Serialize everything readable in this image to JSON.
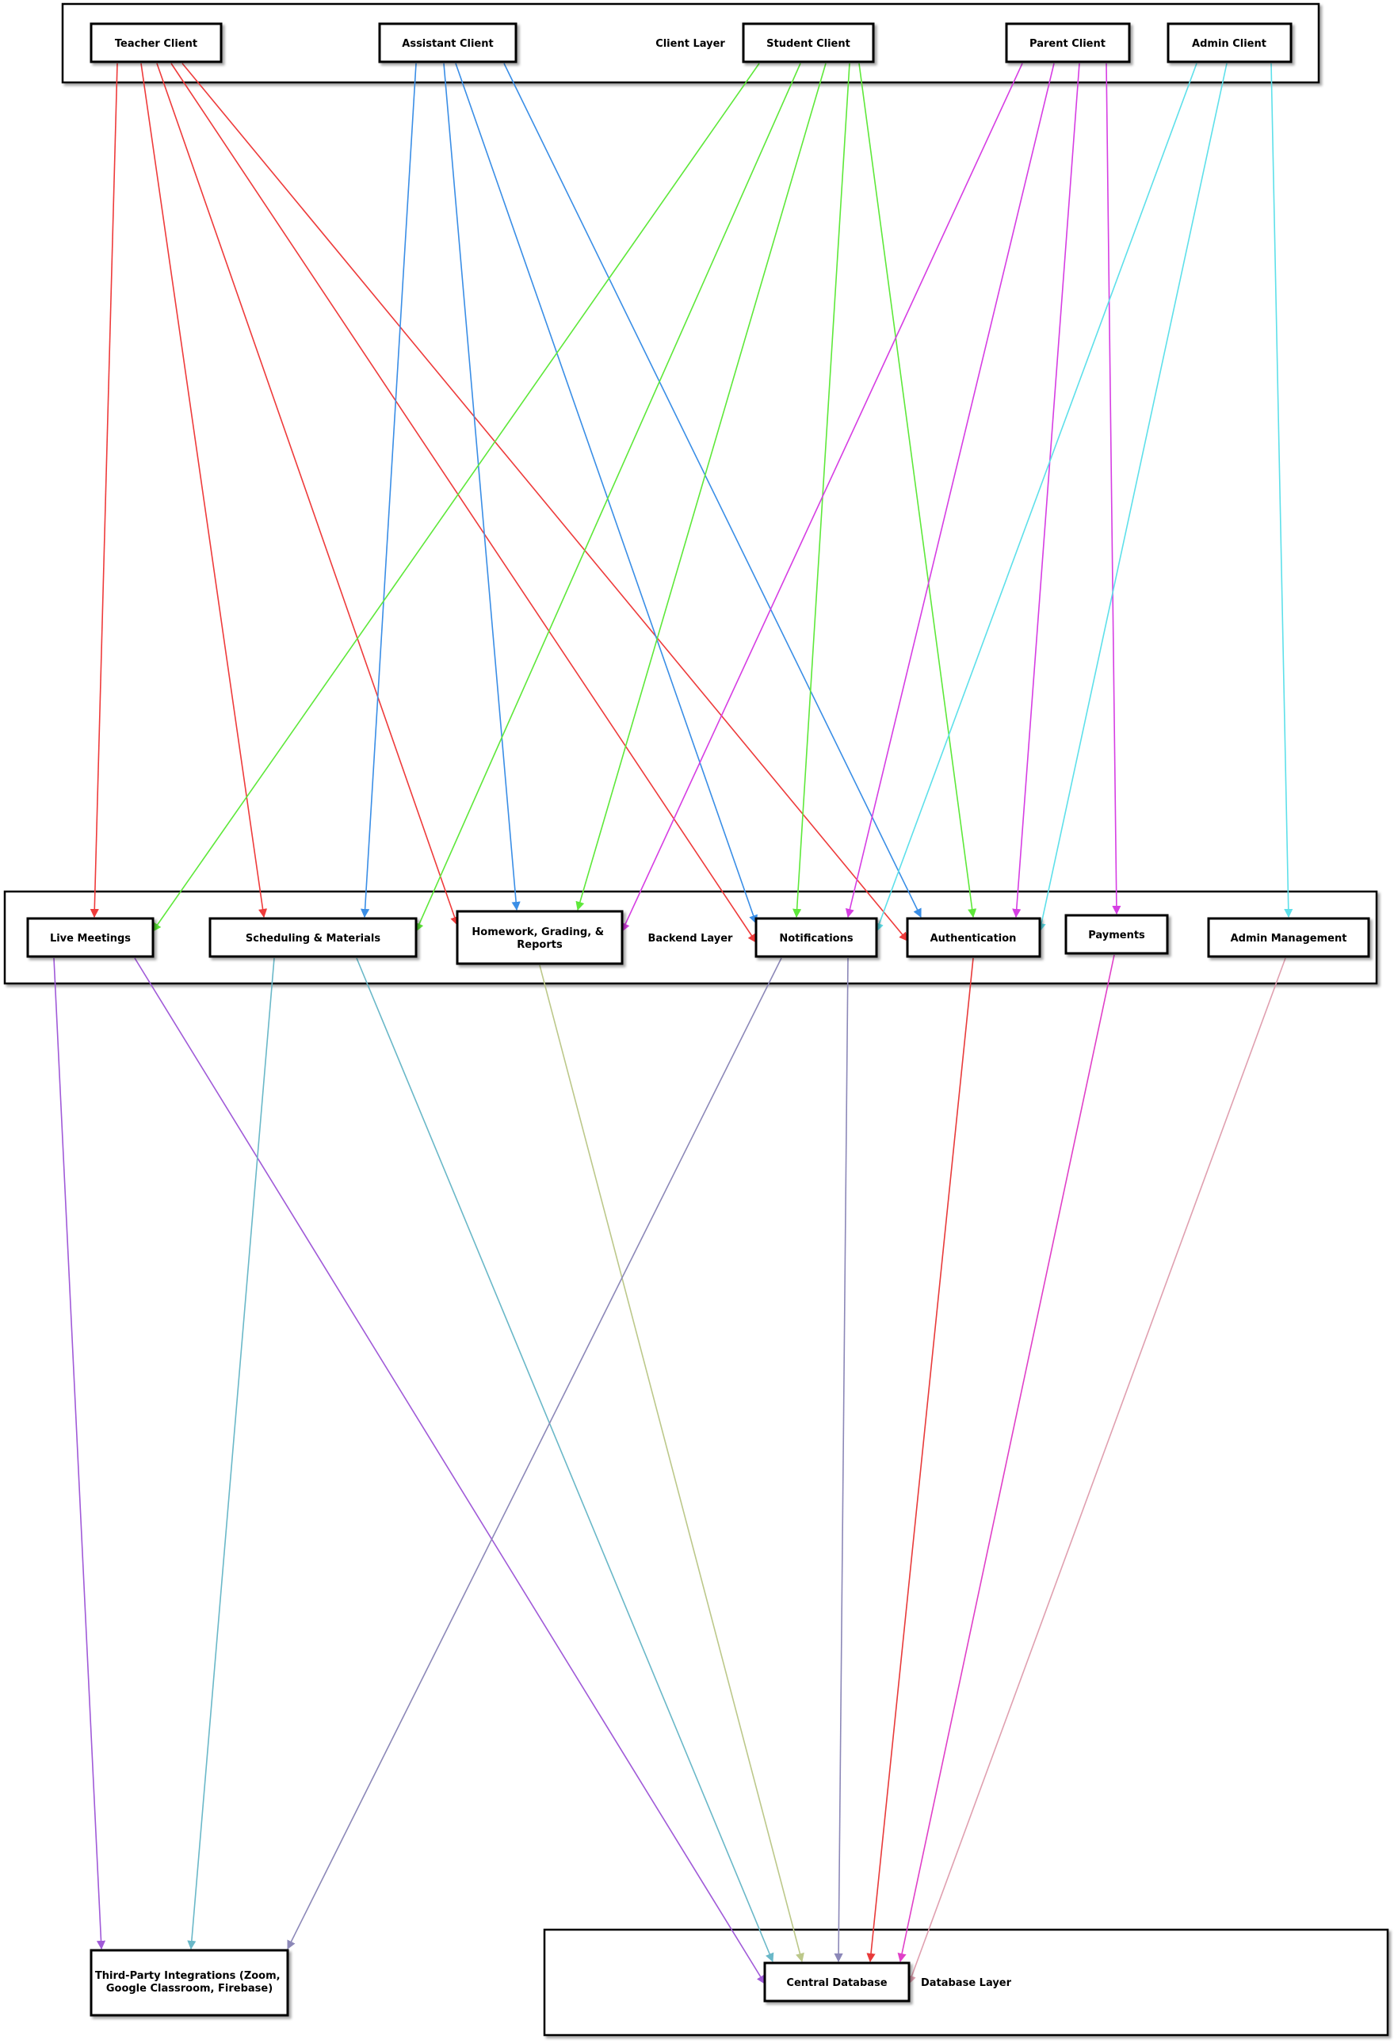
{
  "layers": {
    "client": "Client Layer",
    "backend": "Backend Layer",
    "database": "Database Layer"
  },
  "nodes": {
    "teacher": "Teacher Client",
    "assistant": "Assistant Client",
    "student": "Student Client",
    "parent": "Parent Client",
    "admin": "Admin Client",
    "live": "Live Meetings",
    "sched": "Scheduling & Materials",
    "hw": "Homework, Grading, & Reports",
    "notif": "Notifications",
    "auth": "Authentication",
    "pay": "Payments",
    "adminmgmt": "Admin Management",
    "thirdparty": "Third-Party Integrations (Zoom, Google Classroom, Firebase)",
    "db": "Central Database"
  },
  "colors": {
    "teacher": "#ee3b3b",
    "assistant": "#3a8ee6",
    "student": "#5ee83a",
    "parent": "#d63ee3",
    "admin": "#5ee0ea",
    "live": "#a05ad8",
    "sched": "#6ab8c8",
    "hw": "#bcc88a",
    "notif": "#8c88b8",
    "auth": "#e83a3a",
    "pay": "#e040c8",
    "adminmgmt": "#e0a0b0"
  },
  "edges": [
    {
      "from": "teacher",
      "to": "live"
    },
    {
      "from": "teacher",
      "to": "sched"
    },
    {
      "from": "teacher",
      "to": "hw"
    },
    {
      "from": "teacher",
      "to": "notif"
    },
    {
      "from": "teacher",
      "to": "auth"
    },
    {
      "from": "assistant",
      "to": "sched"
    },
    {
      "from": "assistant",
      "to": "hw"
    },
    {
      "from": "assistant",
      "to": "notif"
    },
    {
      "from": "assistant",
      "to": "auth"
    },
    {
      "from": "student",
      "to": "live"
    },
    {
      "from": "student",
      "to": "sched"
    },
    {
      "from": "student",
      "to": "hw"
    },
    {
      "from": "student",
      "to": "notif"
    },
    {
      "from": "student",
      "to": "auth"
    },
    {
      "from": "parent",
      "to": "hw"
    },
    {
      "from": "parent",
      "to": "notif"
    },
    {
      "from": "parent",
      "to": "auth"
    },
    {
      "from": "parent",
      "to": "pay"
    },
    {
      "from": "admin",
      "to": "notif"
    },
    {
      "from": "admin",
      "to": "auth"
    },
    {
      "from": "admin",
      "to": "adminmgmt"
    },
    {
      "from": "live",
      "to": "thirdparty"
    },
    {
      "from": "live",
      "to": "db"
    },
    {
      "from": "sched",
      "to": "thirdparty"
    },
    {
      "from": "sched",
      "to": "db"
    },
    {
      "from": "hw",
      "to": "db"
    },
    {
      "from": "notif",
      "to": "thirdparty"
    },
    {
      "from": "notif",
      "to": "db"
    },
    {
      "from": "auth",
      "to": "db"
    },
    {
      "from": "pay",
      "to": "db"
    },
    {
      "from": "adminmgmt",
      "to": "db"
    }
  ]
}
